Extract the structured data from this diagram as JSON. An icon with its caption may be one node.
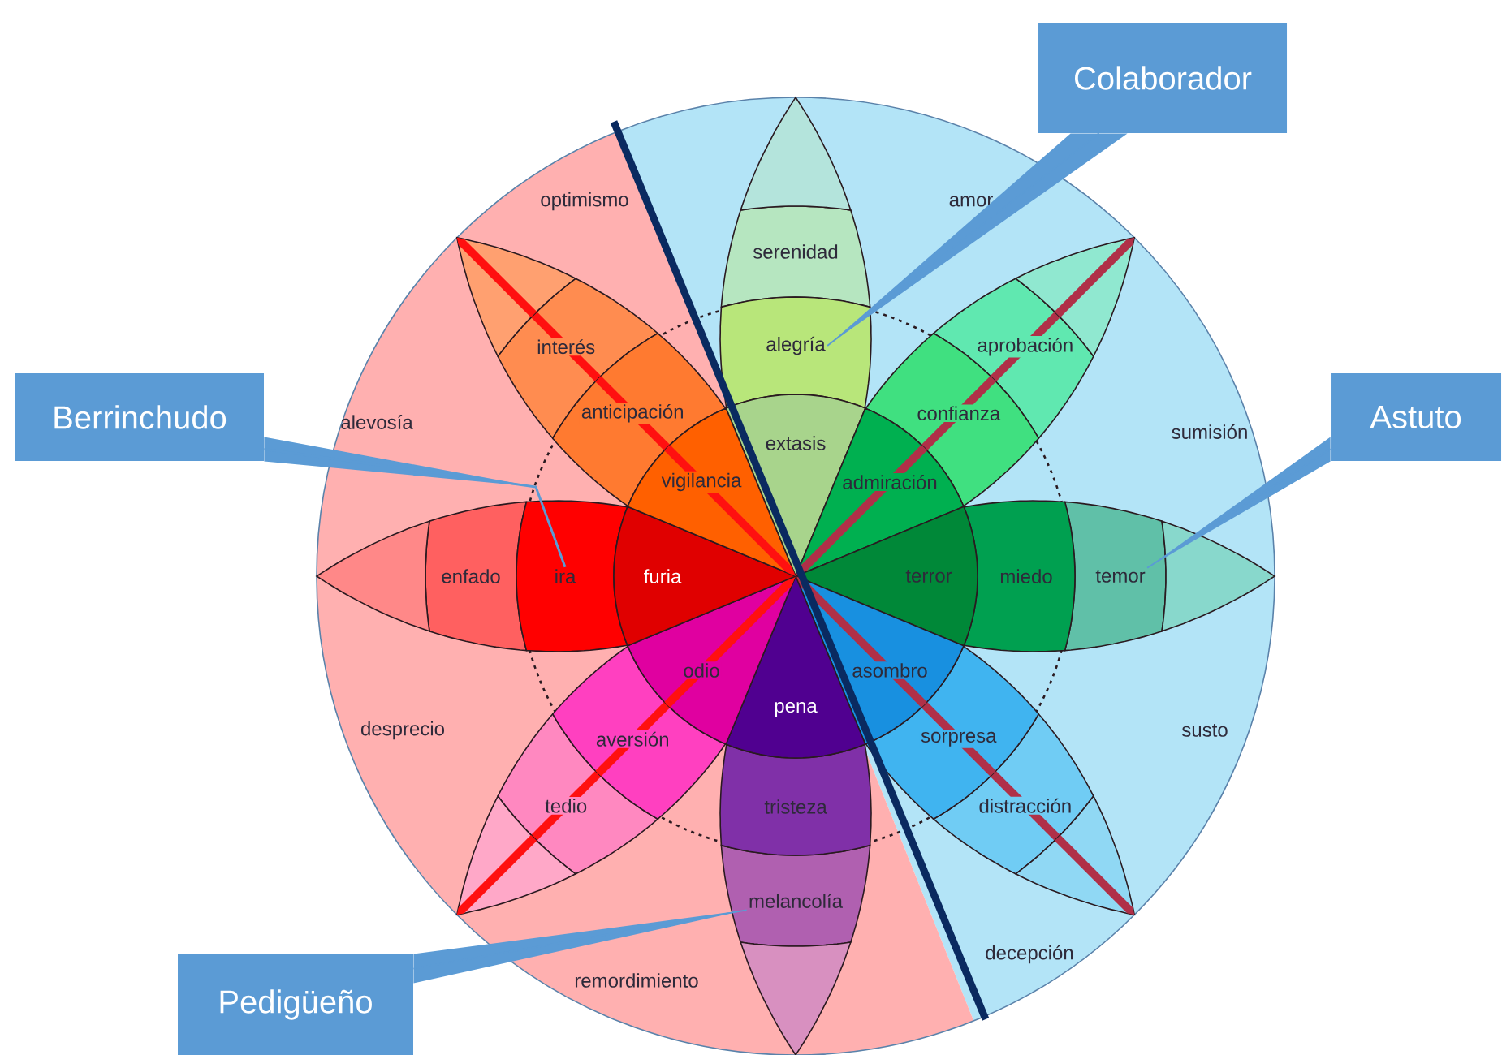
{
  "diagram": {
    "nodes": [
      {
        "text": [
          "serenidad"
        ]
      },
      {
        "text": [
          "alegría"
        ]
      },
      {
        "text": [
          "extasis"
        ]
      },
      {
        "text": [
          "aprobación"
        ]
      },
      {
        "text": [
          "confianza"
        ]
      },
      {
        "text": [
          "admiración"
        ]
      },
      {
        "text": [
          "temor"
        ]
      },
      {
        "text": [
          "miedo"
        ]
      },
      {
        "text": [
          "terror"
        ]
      },
      {
        "text": [
          "distracción"
        ]
      },
      {
        "text": [
          "sorpresa"
        ]
      },
      {
        "text": [
          "asombro"
        ]
      },
      {
        "text": [
          "melancolía"
        ]
      },
      {
        "text": [
          "tristeza"
        ]
      },
      {
        "text": [
          "pena"
        ]
      },
      {
        "text": [
          "tedio"
        ]
      },
      {
        "text": [
          "aversión"
        ]
      },
      {
        "text": [
          "odio"
        ]
      },
      {
        "text": [
          "enfado"
        ]
      },
      {
        "text": [
          "ira"
        ]
      },
      {
        "text": [
          "furia"
        ]
      },
      {
        "text": [
          "interés"
        ]
      },
      {
        "text": [
          "anticipación"
        ]
      },
      {
        "text": [
          "vigilancia"
        ]
      },
      {
        "text": [
          "Colaborador"
        ]
      },
      {
        "text": [
          "Berrinchudo"
        ]
      },
      {
        "text": [
          "Astuto"
        ]
      },
      {
        "text": [
          "Pedigüeño"
        ]
      }
    ],
    "edges": [
      {
        "from": 24,
        "to": 1,
        "arrow": "none"
      },
      {
        "from": 25,
        "to": 19,
        "arrow": "none"
      },
      {
        "from": 26,
        "to": 6,
        "arrow": "none"
      },
      {
        "from": 27,
        "to": 12,
        "arrow": "none"
      }
    ],
    "labels": [
      "optimismo",
      "amor",
      "alevosía",
      "sumisión",
      "desprecio",
      "susto",
      "remordimiento",
      "decepción"
    ]
  }
}
